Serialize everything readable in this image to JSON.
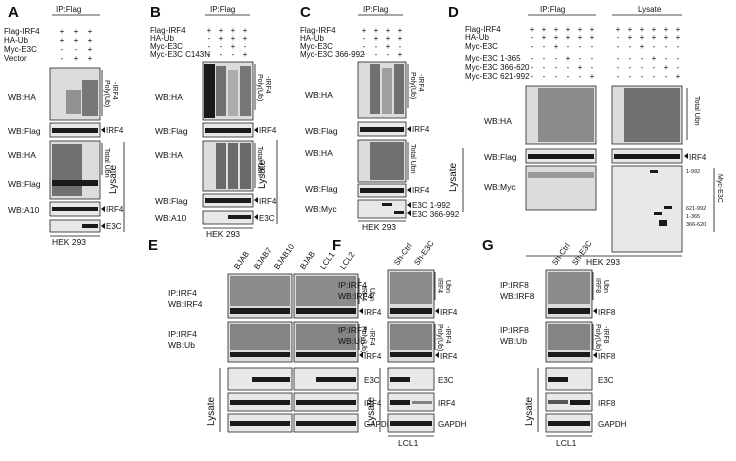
{
  "figure": {
    "panels": {
      "A": {
        "label": "A",
        "ip": "IP:Flag",
        "conditions": [
          {
            "name": "Flag-IRF4",
            "signs": [
              "+",
              "+",
              "+"
            ]
          },
          {
            "name": "HA-Ub",
            "signs": [
              "+",
              "+",
              "+"
            ]
          },
          {
            "name": "Myc-E3C",
            "signs": [
              "-",
              "-",
              "+"
            ]
          },
          {
            "name": "Vector",
            "signs": [
              "-",
              "+",
              "+"
            ]
          }
        ],
        "blots": [
          "WB:HA",
          "WB:Flag",
          "WB:HA",
          "WB:Flag",
          "WB:A10"
        ],
        "annotations": [
          "Poly(Ub)",
          "-IRF4",
          "IRF4",
          "Total Ubn",
          "IRF4",
          "E3C"
        ],
        "lysate": "Lysate",
        "cell": "HEK 293"
      },
      "B": {
        "label": "B",
        "ip": "IP:Flag",
        "conditions": [
          {
            "name": "Flag-IRF4",
            "signs": [
              "+",
              "+",
              "+",
              "+"
            ]
          },
          {
            "name": "HA-Ub",
            "signs": [
              "-",
              "+",
              "+",
              "+"
            ]
          },
          {
            "name": "Myc-E3C",
            "signs": [
              "-",
              "-",
              "+",
              "-"
            ]
          },
          {
            "name": "Myc-E3C C143N",
            "signs": [
              "-",
              "-",
              "-",
              "+"
            ]
          }
        ],
        "blots": [
          "WB:HA",
          "WB:Flag",
          "WB:HA",
          "WB:Flag",
          "WB:A10"
        ],
        "annotations": [
          "Poly(Ub)",
          "-IRF4",
          "IRF4",
          "Total Ubn",
          "IRF4",
          "E3C"
        ],
        "lysate": "Lysate",
        "cell": "HEK 293"
      },
      "C": {
        "label": "C",
        "ip": "IP:Flag",
        "conditions": [
          {
            "name": "Flag-IRF4",
            "signs": [
              "+",
              "+",
              "+",
              "+"
            ]
          },
          {
            "name": "HA-Ub",
            "signs": [
              "-",
              "+",
              "+",
              "+"
            ]
          },
          {
            "name": "Myc-E3C",
            "signs": [
              "-",
              "-",
              "+",
              "-"
            ]
          },
          {
            "name": "Myc-E3C 366-992",
            "signs": [
              "-",
              "-",
              "-",
              "+"
            ]
          }
        ],
        "blots": [
          "WB:HA",
          "WB:Flag",
          "WB:HA",
          "WB:Flag",
          "WB:Myc"
        ],
        "annotations": [
          "Poly(Ub)",
          "-IRF4",
          "IRF4",
          "Total Ubn",
          "IRF4",
          "E3C 1-992",
          "E3C 366-992"
        ],
        "cell": "HEK 293"
      },
      "D": {
        "label": "D",
        "ip": "IP:Flag",
        "lysate_header": "Lysate",
        "conditions": [
          {
            "name": "Flag-IRF4",
            "signs": [
              "+",
              "+",
              "+",
              "+",
              "+",
              "+"
            ]
          },
          {
            "name": "HA-Ub",
            "signs": [
              "-",
              "+",
              "+",
              "+",
              "+",
              "+"
            ]
          },
          {
            "name": "Myc-E3C",
            "signs": [
              "-",
              "-",
              "+",
              "-",
              "-",
              "-"
            ]
          },
          {
            "name": "Myc-E3C 1-365",
            "signs": [
              "-",
              "-",
              "-",
              "+",
              "-",
              "-"
            ]
          },
          {
            "name": "Myc-E3C 366-620",
            "signs": [
              "-",
              "-",
              "-",
              "-",
              "+",
              "-"
            ]
          },
          {
            "name": "Myc-E3C 621-992",
            "signs": [
              "-",
              "-",
              "-",
              "-",
              "-",
              "+"
            ]
          }
        ],
        "blots": [
          "WB:HA",
          "WB:Flag",
          "WB:Myc"
        ],
        "annotations": [
          "Total Ubn",
          "IRF4",
          "1-992",
          "621-992",
          "1-365",
          "366-620",
          "Myc-E3C"
        ],
        "lysate": "Lysate",
        "cell": "HEK 293"
      },
      "E": {
        "label": "E",
        "lanes": [
          "BJAB",
          "BJAB7",
          "BJAB10",
          "BJAB",
          "LCL1",
          "LCL2"
        ],
        "blots": [
          "IP:IRF4",
          "WB:IRF4",
          "IP:IRF4",
          "WB:Ub"
        ],
        "annotations": [
          "IRF4",
          "Ubn",
          "IRF4",
          "Poly(Ub)",
          "-IRF4",
          "IRF4",
          "E3C",
          "IRF4",
          "GAPDH"
        ],
        "lysate": "Lysate"
      },
      "F": {
        "label": "F",
        "lanes": [
          "Sh-Ctrl",
          "Sh-E3C"
        ],
        "blots": [
          "IP:IRF4",
          "WB:IRF4",
          "IP:IRF4",
          "WB:Ub"
        ],
        "annotations": [
          "IRF4",
          "Ubn",
          "IRF4",
          "Poly(Ub)",
          "-IRF4",
          "IRF4",
          "E3C",
          "IRF4",
          "GAPDH"
        ],
        "lysate": "Lysate",
        "cell": "LCL1"
      },
      "G": {
        "label": "G",
        "lanes": [
          "Sh-Ctrl",
          "Sh-E3C"
        ],
        "blots": [
          "IP:IRF8",
          "WB:IRF8",
          "IP:IRF8",
          "WB:Ub"
        ],
        "annotations": [
          "IRF8",
          "Ubn",
          "IRF8",
          "Poly(Ub)",
          "-IRF8",
          "IRF8",
          "E3C",
          "IRF8",
          "GAPDH"
        ],
        "lysate": "Lysate",
        "cell": "LCL1"
      }
    }
  }
}
